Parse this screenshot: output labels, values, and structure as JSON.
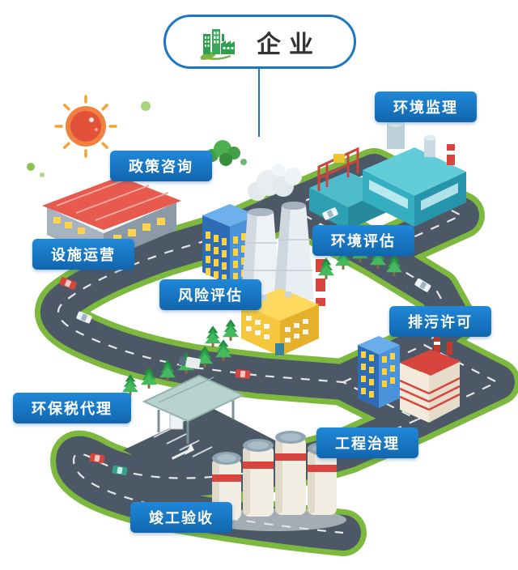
{
  "header": {
    "title": "企业",
    "icon": "green-factory-icon"
  },
  "labels": [
    {
      "id": "environmental-supervision",
      "text": "环境监理"
    },
    {
      "id": "policy-consulting",
      "text": "政策咨询"
    },
    {
      "id": "facility-operation",
      "text": "设施运营"
    },
    {
      "id": "environmental-assessment",
      "text": "环境评估"
    },
    {
      "id": "risk-assessment",
      "text": "风险评估"
    },
    {
      "id": "discharge-permit",
      "text": "排污许可"
    },
    {
      "id": "environmental-tax-agency",
      "text": "环保税代理"
    },
    {
      "id": "engineering-treatment",
      "text": "工程治理"
    },
    {
      "id": "completion-acceptance",
      "text": "竣工验收"
    }
  ],
  "colors": {
    "label_blue": "#1778c8",
    "pill_border_blue": "#1c77c3",
    "grass_green": "#7cb93e",
    "road_gray": "#4d5866",
    "sun_orange": "#e2513a",
    "eco_green": "#4caf50"
  },
  "scene": {
    "type": "isometric-eco-industrial-illustration",
    "elements": [
      "sun",
      "green-clouds",
      "roads",
      "warehouse",
      "teal-factory",
      "blue-tower",
      "cooling-stacks",
      "yellow-factory",
      "red-roof-building",
      "silo-tanks",
      "toll-parking",
      "pine-trees",
      "vehicles"
    ]
  }
}
